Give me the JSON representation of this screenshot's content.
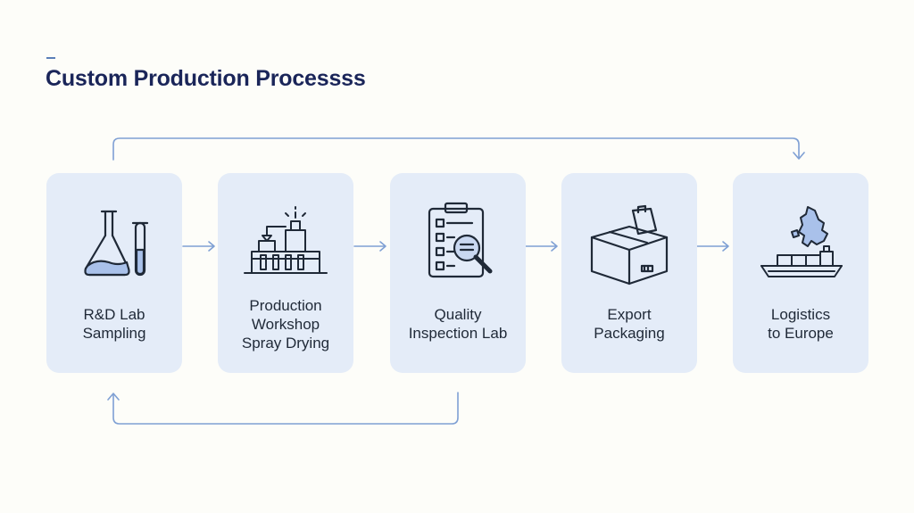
{
  "header": {
    "title": "Custom Production Processss"
  },
  "steps": [
    {
      "label": "R&D Lab\nSampling",
      "icon": "flask-icon"
    },
    {
      "label": "Production\nWorkshop\nSpray Drying",
      "icon": "spray-dryer-icon"
    },
    {
      "label": "Quality\nInspection Lab",
      "icon": "clipboard-magnifier-icon"
    },
    {
      "label": "Export\nPackaging",
      "icon": "box-icon"
    },
    {
      "label": "Logistics\nto Europe",
      "icon": "cargo-ship-icon"
    }
  ],
  "colors": {
    "card_background": "#e4ecf8",
    "connector": "#7fa0d4",
    "icon_stroke": "#1f2937",
    "icon_fill": "#a9c1ea",
    "title": "#1a2559"
  }
}
